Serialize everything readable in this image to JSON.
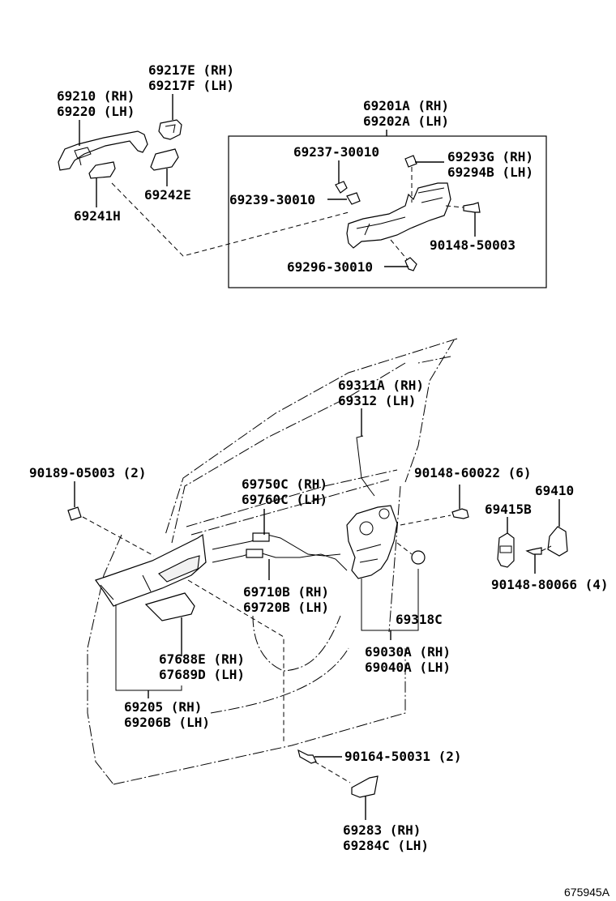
{
  "diagram": {
    "title": "Front door lock and handle parts diagram",
    "reference_code": "675945A",
    "parts": {
      "outside_handle": [
        "69210 (RH)",
        "69220 (LH)"
      ],
      "handle_cap": [
        "69217E (RH)",
        "69217F (LH)"
      ],
      "pad_front": "69241H",
      "pad_rear": "69242E",
      "frame_assy": [
        "69201A (RH)",
        "69202A (LH)"
      ],
      "clip_upper": "69237-30010",
      "clip_lower": "69239-30010",
      "cover_rear": [
        "69293G (RH)",
        "69294B (LH)"
      ],
      "screw_frame": "90148-50003",
      "bolt_frame": "69296-30010",
      "rod": [
        "69311A (RH)",
        "69312 (LH)"
      ],
      "clip_panel": "90189-05003 (2)",
      "cable_upper": [
        "69750C (RH)",
        "69760C (LH)"
      ],
      "cable_lower": [
        "69710B (RH)",
        "69720B (LH)"
      ],
      "screw_lock": "90148-60022 (6)",
      "striker": "69410",
      "striker_cover": "69415B",
      "screw_striker": "90148-80066 (4)",
      "grommet": "69318C",
      "lock_assy": [
        "69030A (RH)",
        "69040A (LH)"
      ],
      "inside_handle_bezel": [
        "67688E (RH)",
        "67689D (LH)"
      ],
      "inside_handle": [
        "69205 (RH)",
        "69206B (LH)"
      ],
      "screw_cover": "90164-50031 (2)",
      "lower_cover": [
        "69283 (RH)",
        "69284C (LH)"
      ]
    }
  }
}
